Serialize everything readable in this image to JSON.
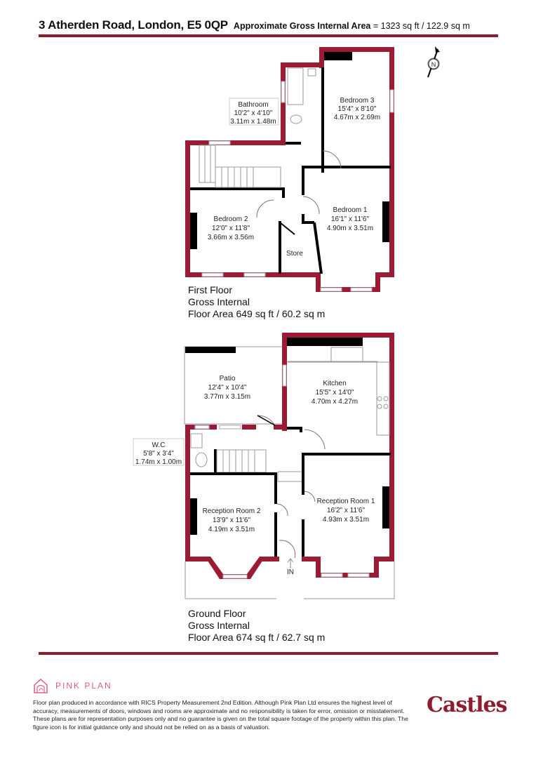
{
  "header": {
    "address": "3 Atherden Road, London, E5 0QP",
    "area_label": "Approximate Gross Internal Area",
    "area_value": "= 1323 sq ft / 122.9 sq m"
  },
  "colors": {
    "wall": "#9b1b35",
    "accent_rule": "#8e1b2e",
    "pink_plan": "#e05a86",
    "castles": "#8e1b2e"
  },
  "compass": {
    "icon": "north-arrow-icon",
    "label": "N"
  },
  "first_floor": {
    "caption": [
      "First Floor",
      "Gross Internal",
      "Floor Area 649 sq ft / 60.2 sq m"
    ],
    "rooms": {
      "bathroom": {
        "name": "Bathroom",
        "imperial": "10'2\" x 4'10\"",
        "metric": "3.11m x 1.48m"
      },
      "bedroom3": {
        "name": "Bedroom 3",
        "imperial": "15'4\" x 8'10\"",
        "metric": "4.67m x 2.69m"
      },
      "bedroom1": {
        "name": "Bedroom 1",
        "imperial": "16'1\" x 11'6\"",
        "metric": "4.90m x 3.51m"
      },
      "bedroom2": {
        "name": "Bedroom 2",
        "imperial": "12'0\" x 11'8\"",
        "metric": "3.66m x 3.56m"
      },
      "store": {
        "name": "Store"
      }
    }
  },
  "ground_floor": {
    "caption": [
      "Ground Floor",
      "Gross Internal",
      "Floor Area 674 sq ft / 62.7 sq m"
    ],
    "entrance_label": "IN",
    "rooms": {
      "patio": {
        "name": "Patio",
        "imperial": "12'4\" x 10'4\"",
        "metric": "3.77m x 3.15m"
      },
      "kitchen": {
        "name": "Kitchen",
        "imperial": "15'5\" x 14'0\"",
        "metric": "4.70m x 4.27m"
      },
      "wc": {
        "name": "W.C",
        "imperial": "5'8\" x 3'4\"",
        "metric": "1.74m x 1.00m"
      },
      "reception2": {
        "name": "Reception Room 2",
        "imperial": "13'9\" x 11'6\"",
        "metric": "4.19m x 3.51m"
      },
      "reception1": {
        "name": "Reception Room 1",
        "imperial": "16'2\" x 11'6\"",
        "metric": "4.93m x 3.51m"
      }
    }
  },
  "footer": {
    "logo_text": "PINK PLAN",
    "disclaimer": "Floor plan produced in accordance with RICS Property Measurement 2nd Edition. Although Pink Plan Ltd ensures the highest level of accuracy, measurements of doors, windows and rooms are approximate and no responsibility is taken for error, omission or misstatement. These plans are for representation purposes only and no guarantee is given on the total square footage of the property within this plan. The figure icon is for initial guidance only and should not be relied on as a basis of valuation.",
    "agent_logo": "Castles"
  }
}
